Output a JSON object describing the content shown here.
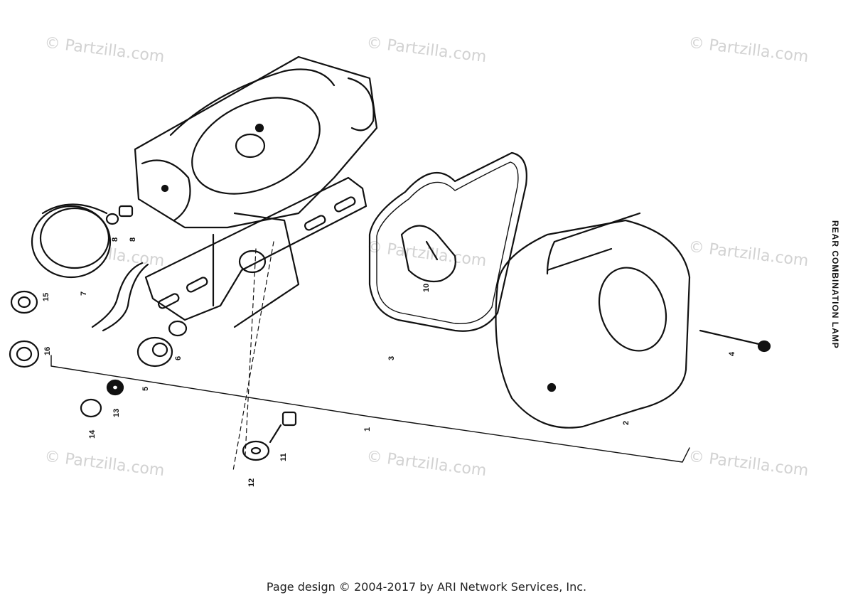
{
  "title": "REAR COMBINATION LAMP",
  "watermark": "© Partzilla.com",
  "footer": "Page design © 2004-2017 by ARI Network Services, Inc.",
  "callouts": [
    {
      "id": "1",
      "label": "1"
    },
    {
      "id": "2",
      "label": "2"
    },
    {
      "id": "3",
      "label": "3"
    },
    {
      "id": "4",
      "label": "4"
    },
    {
      "id": "5",
      "label": "5"
    },
    {
      "id": "6",
      "label": "6"
    },
    {
      "id": "7",
      "label": "7"
    },
    {
      "id": "8a",
      "label": "8"
    },
    {
      "id": "8b",
      "label": "8"
    },
    {
      "id": "10",
      "label": "10"
    },
    {
      "id": "11",
      "label": "11"
    },
    {
      "id": "12",
      "label": "12"
    },
    {
      "id": "13",
      "label": "13"
    },
    {
      "id": "14",
      "label": "14"
    },
    {
      "id": "15",
      "label": "15"
    },
    {
      "id": "16",
      "label": "16"
    }
  ],
  "colors": {
    "ink": "#111111",
    "watermark": "#d2d2d2",
    "background": "#ffffff"
  }
}
